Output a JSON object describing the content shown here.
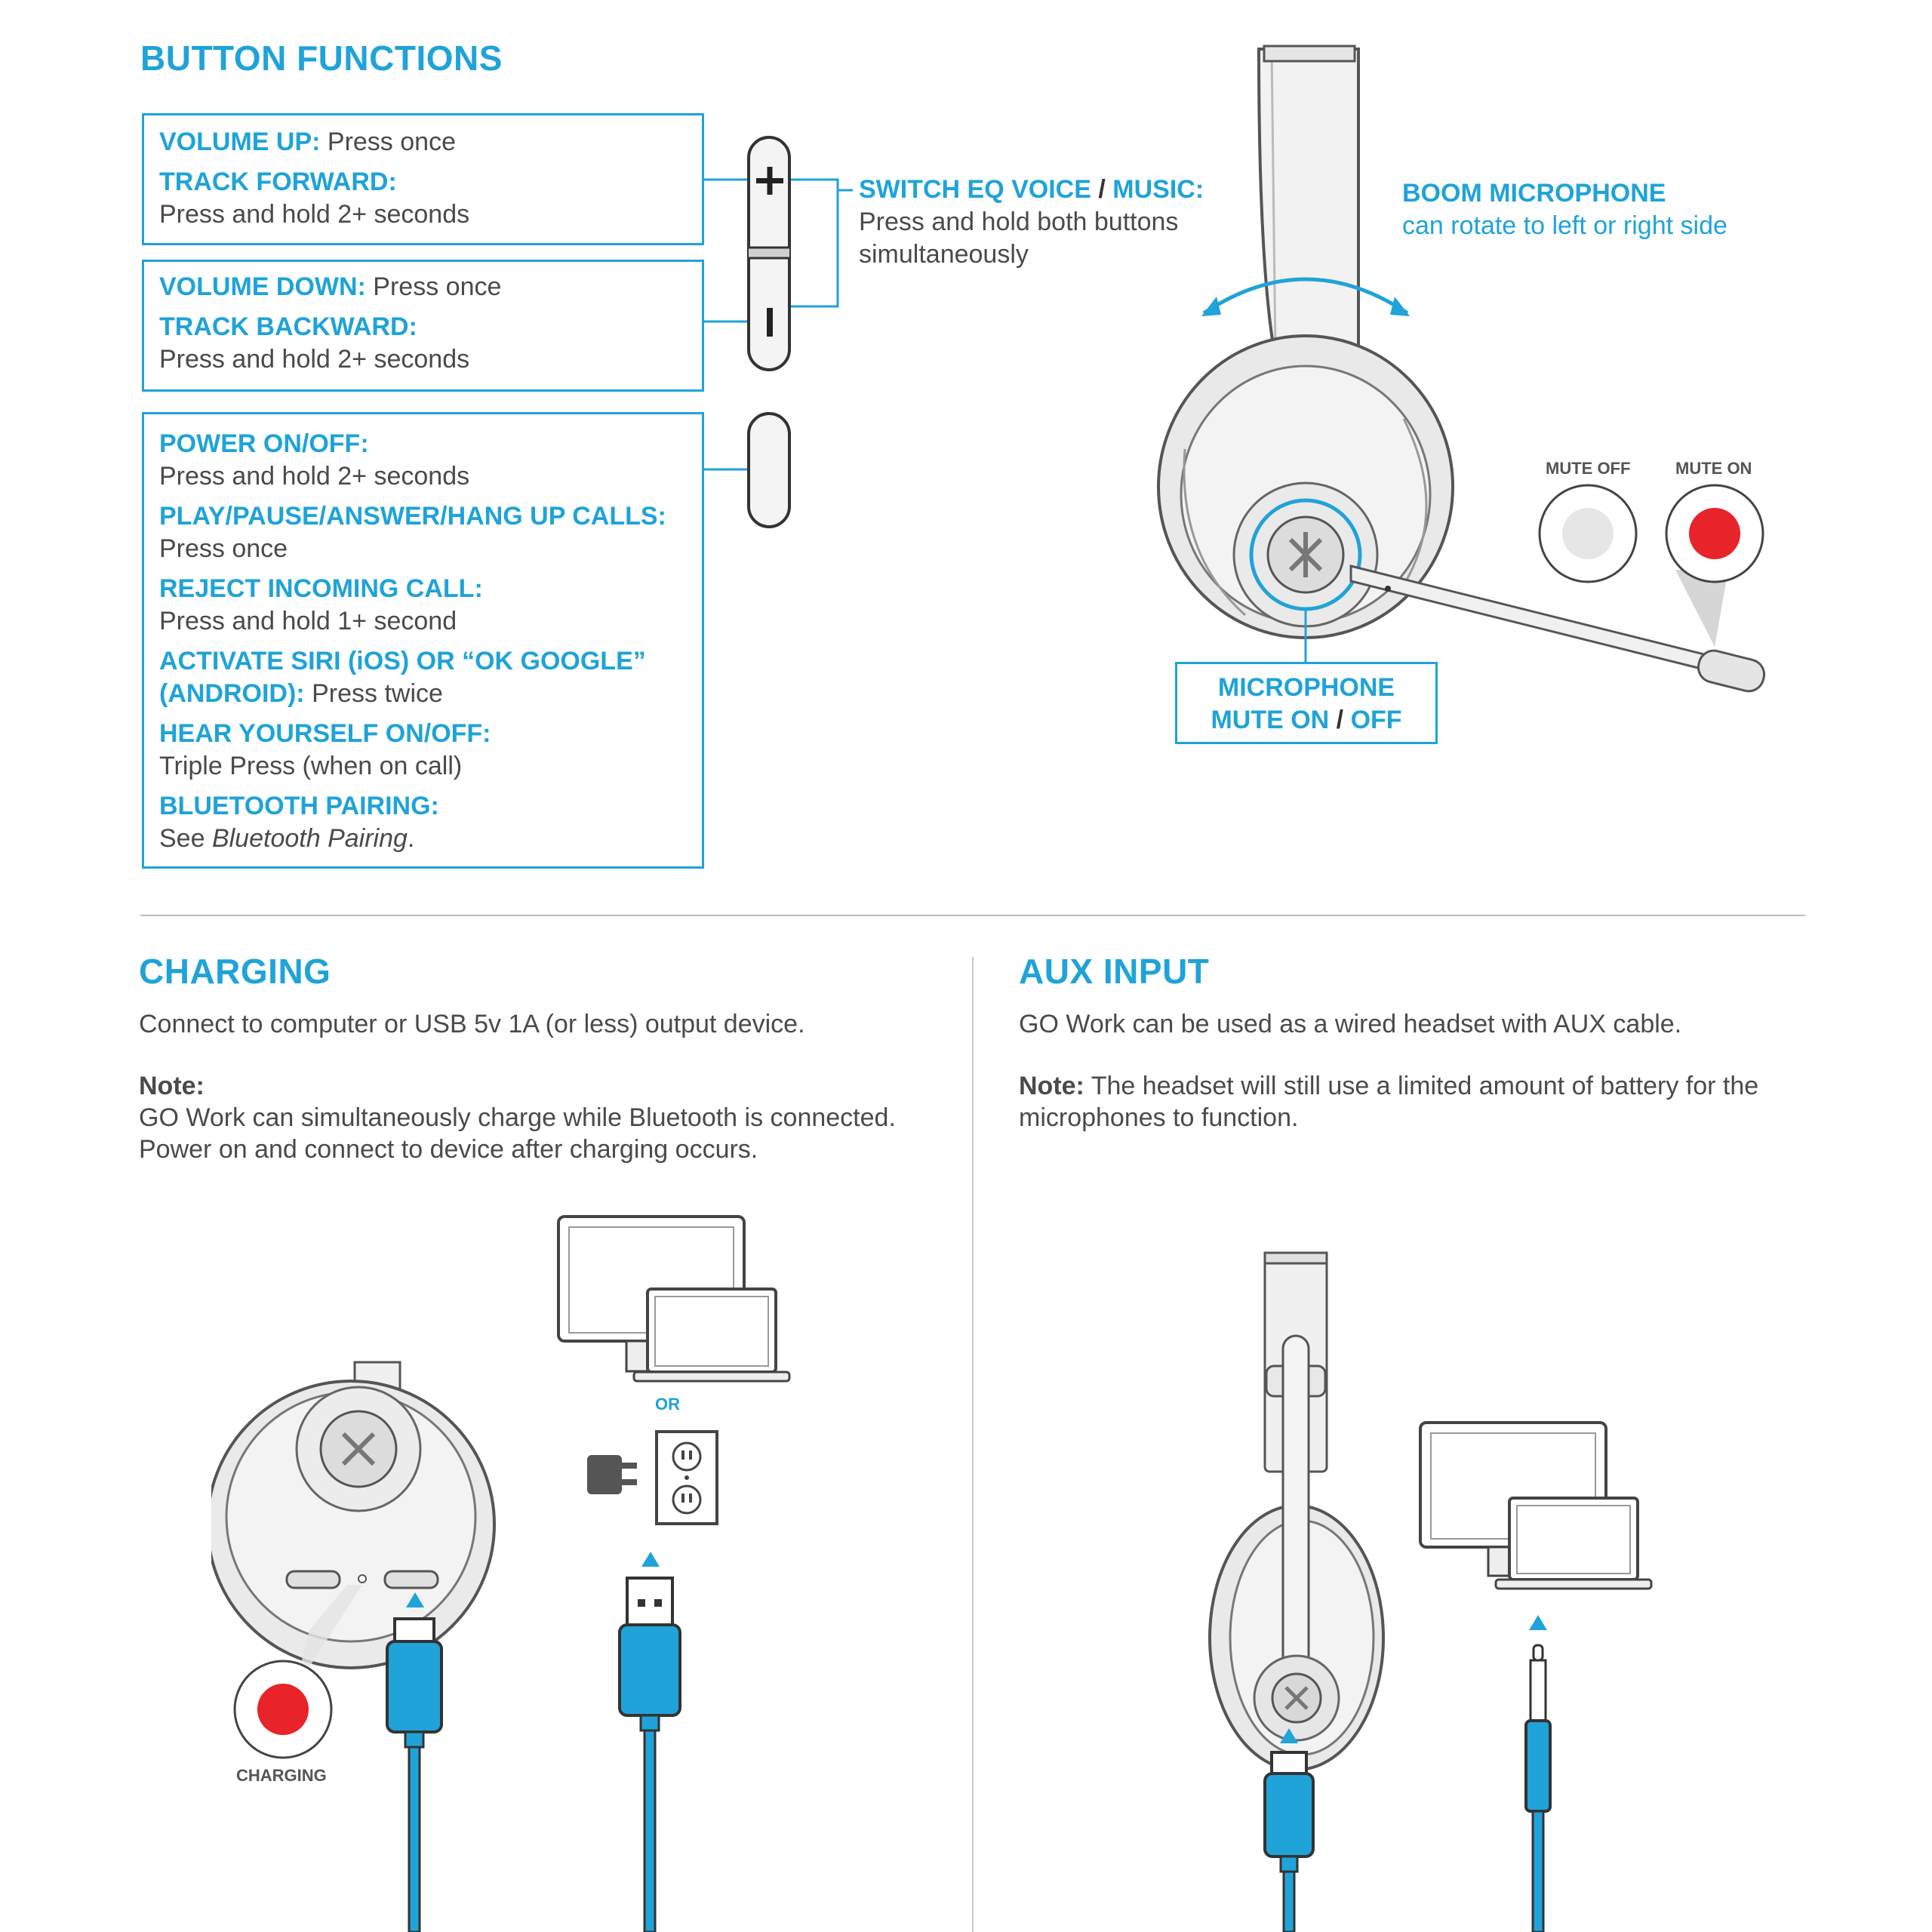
{
  "button_functions": {
    "title": "BUTTON FUNCTIONS",
    "box1": {
      "l1_label": "VOLUME UP:",
      "l1_text": " Press once",
      "l2_label": "TRACK FORWARD:",
      "l3_text": "Press and hold 2+ seconds"
    },
    "box2": {
      "l1_label": "VOLUME DOWN:",
      "l1_text": " Press once",
      "l2_label": "TRACK BACKWARD:",
      "l3_text": "Press and hold 2+ seconds"
    },
    "box3": {
      "power_label": "POWER ON/OFF:",
      "power_text": "Press and hold 2+ seconds",
      "play_label": "PLAY/PAUSE/ANSWER/HANG UP CALLS:",
      "play_text": "Press once",
      "reject_label": "REJECT INCOMING CALL:",
      "reject_text": "Press and hold 1+ second",
      "siri_label_1": "ACTIVATE SIRI (iOS) OR “OK GOOGLE”",
      "siri_label_2": "(ANDROID):",
      "siri_text": " Press twice",
      "hear_label": "HEAR YOURSELF ON/OFF:",
      "hear_text": "Triple Press (when on call)",
      "bt_label": "BLUETOOTH PAIRING:",
      "bt_see": "See ",
      "bt_italic": "Bluetooth Pairing",
      "bt_period": "."
    },
    "switch_eq": {
      "label_a": "SWITCH EQ VOICE",
      "slash": " / ",
      "label_b": "MUSIC:",
      "text_1": "Press and hold both buttons",
      "text_2": "simultaneously"
    },
    "boom": {
      "title": "BOOM MICROPHONE",
      "subtitle": "can rotate to left or right side"
    },
    "mute_off": "MUTE OFF",
    "mute_on": "MUTE ON",
    "mic_box": {
      "line1": "MICROPHONE",
      "line2_a": "MUTE ON",
      "line2_slash": " / ",
      "line2_b": "OFF"
    }
  },
  "charging": {
    "title": "CHARGING",
    "text": "Connect to computer or USB 5v 1A (or less) output device.",
    "note_label": "Note:",
    "note_1": "GO Work can simultaneously charge while Bluetooth is connected.",
    "note_2": "Power on and connect to device after charging occurs.",
    "or": "OR",
    "indicator": "CHARGING"
  },
  "aux": {
    "title": "AUX INPUT",
    "text": "GO Work can be used as a wired headset with AUX cable.",
    "note_label": "Note:",
    "note_1": " The headset will still use a limited amount of battery for the",
    "note_2": "microphones to function."
  },
  "colors": {
    "accent": "#1fa3d8",
    "mute_red": "#e8232a",
    "text": "#4a4a4a",
    "divider": "#bbbbbb"
  }
}
